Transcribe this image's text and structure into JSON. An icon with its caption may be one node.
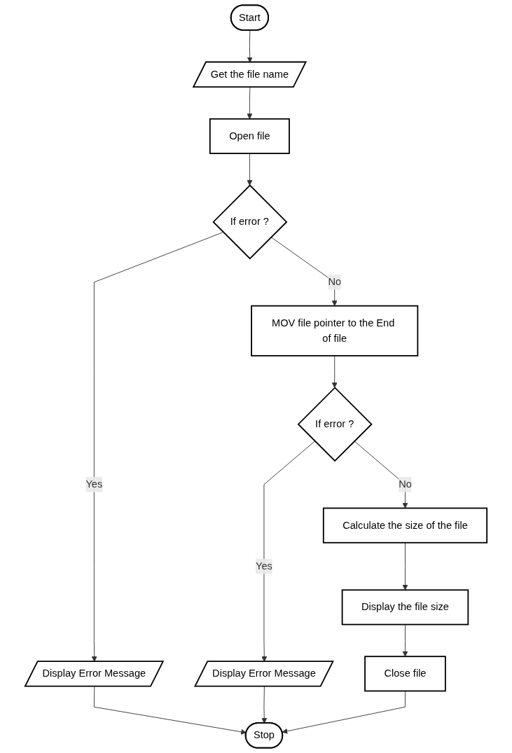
{
  "diagram": {
    "nodes": [
      {
        "text": [
          "Start"
        ]
      },
      {
        "text": [
          "Get the file name"
        ]
      },
      {
        "text": [
          "Open file"
        ]
      },
      {
        "text": [
          "If error ?"
        ]
      },
      {
        "text": [
          "Display Error Message"
        ]
      },
      {
        "text": [
          "MOV file pointer to the End of file"
        ]
      },
      {
        "text": [
          "If error ?"
        ]
      },
      {
        "text": [
          "Display Error Message"
        ]
      },
      {
        "text": [
          "Calculate the size of the file"
        ]
      },
      {
        "text": [
          "Display the file size"
        ]
      },
      {
        "text": [
          "Close file"
        ]
      },
      {
        "text": [
          "Stop"
        ]
      }
    ],
    "edges": [
      {
        "from": 0,
        "to": 1,
        "arrow": "to"
      },
      {
        "from": 1,
        "to": 2,
        "arrow": "to"
      },
      {
        "from": 2,
        "to": 3,
        "arrow": "to"
      },
      {
        "from": 3,
        "to": 4,
        "label": "Yes",
        "arrow": "to"
      },
      {
        "from": 3,
        "to": 5,
        "label": "No",
        "arrow": "to"
      },
      {
        "from": 4,
        "to": 11,
        "arrow": "to"
      },
      {
        "from": 5,
        "to": 6,
        "arrow": "to"
      },
      {
        "from": 6,
        "to": 7,
        "label": "Yes",
        "arrow": "to"
      },
      {
        "from": 6,
        "to": 8,
        "label": "No",
        "arrow": "to"
      },
      {
        "from": 7,
        "to": 11,
        "arrow": "to"
      },
      {
        "from": 8,
        "to": 9,
        "arrow": "to"
      },
      {
        "from": 9,
        "to": 10,
        "arrow": "to"
      },
      {
        "from": 10,
        "to": 11,
        "arrow": "to"
      }
    ]
  }
}
